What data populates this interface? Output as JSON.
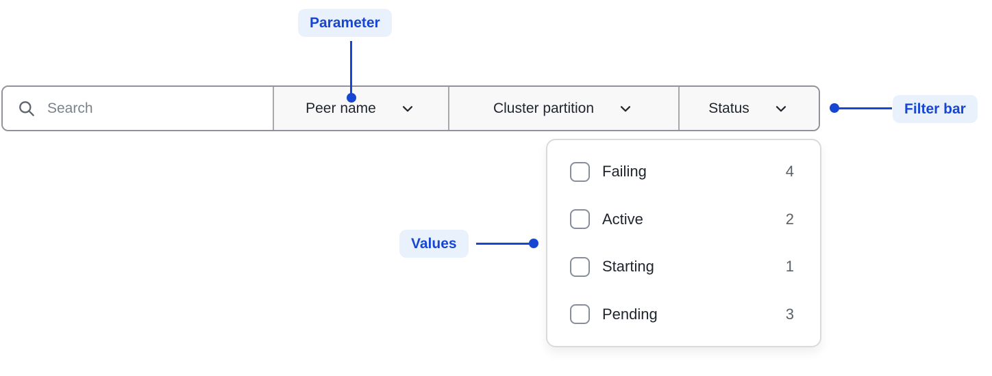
{
  "annotations": {
    "parameter_label": "Parameter",
    "filter_bar_label": "Filter bar",
    "values_label": "Values"
  },
  "colors": {
    "annotation_blue": "#1747D2",
    "annotation_badge_bg": "#E9F1FC",
    "filter_bar_border": "#8F9298",
    "dropdown_section_bg": "#F8F8F9",
    "text_dark": "#21262E",
    "placeholder_gray": "#7B828B",
    "count_gray": "#5A6068",
    "panel_border": "#D8DADD"
  },
  "filter_bar": {
    "search": {
      "placeholder": "Search",
      "value": "",
      "icon": "search-icon"
    },
    "dropdowns": [
      {
        "label": "Peer name"
      },
      {
        "label": "Cluster partition"
      },
      {
        "label": "Status"
      }
    ]
  },
  "status_dropdown": {
    "items": [
      {
        "label": "Failing",
        "count": "4",
        "checked": false
      },
      {
        "label": "Active",
        "count": "2",
        "checked": false
      },
      {
        "label": "Starting",
        "count": "1",
        "checked": false
      },
      {
        "label": "Pending",
        "count": "3",
        "checked": false
      }
    ]
  }
}
